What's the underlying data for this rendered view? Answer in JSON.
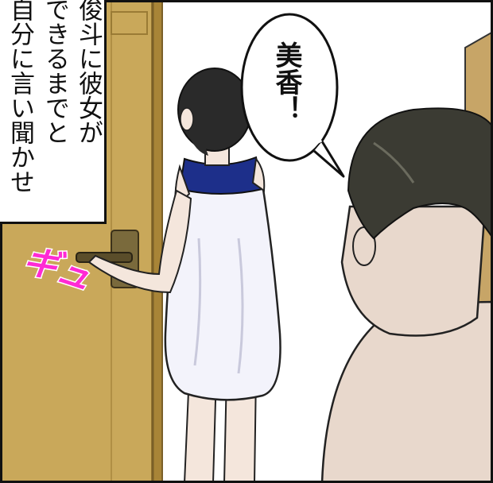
{
  "narration": {
    "lines": [
      "俊斗に彼女が",
      "できるまでと",
      "自分に言い聞かせ"
    ]
  },
  "speech_bubble": {
    "text": "美香！"
  },
  "sound_effect": {
    "text": "ギュ",
    "color": "#ff2ad4"
  },
  "colors": {
    "door": "#c9a85a",
    "door_frame": "#a88437",
    "wall": "#ffffff",
    "towel": "#f3f3fb",
    "swimsuit": "#1d2f8a",
    "skin": "#f4e6dc",
    "hair": "#2a2a2a",
    "man_skin": "#e8d8cc",
    "man_hair": "#3b3b33"
  }
}
